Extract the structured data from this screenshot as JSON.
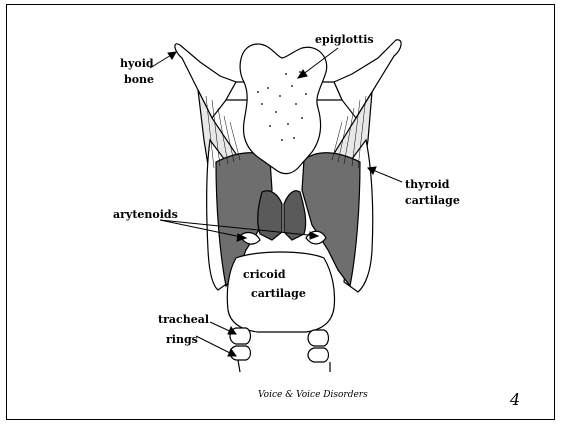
{
  "labels": {
    "epiglottis": "epiglottis",
    "hyoid_line1": "hyoid",
    "hyoid_line2": "bone",
    "thyroid_line1": "thyroid",
    "thyroid_line2": "cartilage",
    "arytenoids": "arytenoids",
    "cricoid_line1": "cricoid",
    "cricoid_line2": "cartilage",
    "tracheal_line1": "tracheal",
    "tracheal_line2": "rings"
  },
  "footer": {
    "caption": "Voice & Voice Disorders",
    "page_number": "4"
  },
  "colors": {
    "ink": "#000000",
    "shade": "#6e6e6e",
    "paper": "#ffffff"
  }
}
